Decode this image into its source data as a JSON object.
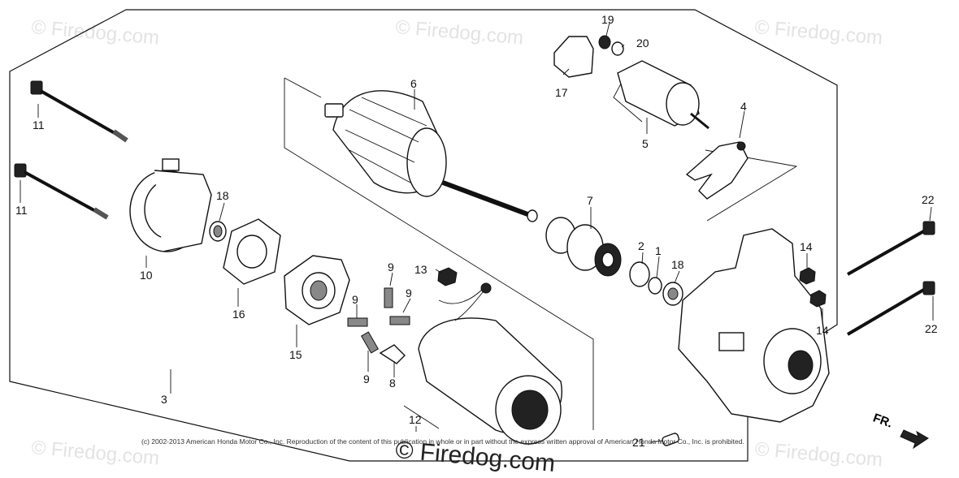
{
  "watermark": {
    "text": "© Firedog.com"
  },
  "copyright": "(c) 2002-2013 American Honda Motor Co., Inc. Reproduction of the content of this publication in whole or in part without the express written approval of American Honda Motor Co., Inc. is prohibited.",
  "direction_label": "FR.",
  "callouts": {
    "c1": "1",
    "c2": "2",
    "c3": "3",
    "c4": "4",
    "c5": "5",
    "c6": "6",
    "c7": "7",
    "c8": "8",
    "c9a": "9",
    "c9b": "9",
    "c9c": "9",
    "c9d": "9",
    "c10": "10",
    "c11a": "11",
    "c11b": "11",
    "c12": "12",
    "c13": "13",
    "c14a": "14",
    "c14b": "14",
    "c15": "15",
    "c16": "16",
    "c17": "17",
    "c18a": "18",
    "c18b": "18",
    "c19": "19",
    "c20": "20",
    "c21": "21",
    "c22a": "22",
    "c22b": "22"
  }
}
